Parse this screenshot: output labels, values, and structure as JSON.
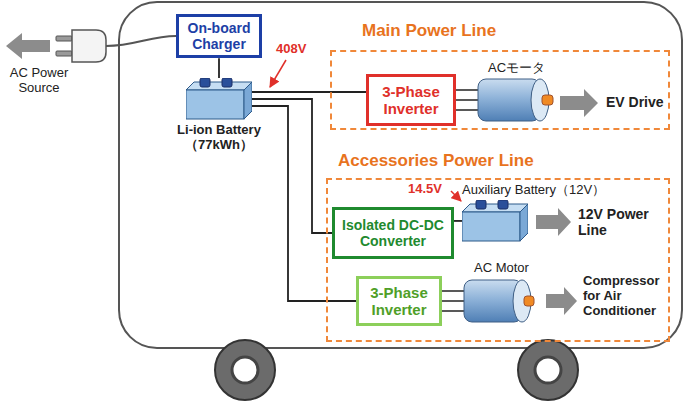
{
  "diagram": {
    "nodes": [
      {
        "text": [
          "On-board Charger"
        ]
      },
      {
        "text": [
          "Li-ion Battery （77kWh）"
        ]
      },
      {
        "text": [
          "Main Power Line"
        ]
      },
      {
        "text": [
          "3-Phase Inverter"
        ],
        "in": 2
      },
      {
        "text": [
          "Accessories Power Line"
        ]
      },
      {
        "text": [
          "Isolated DC-DC Converter"
        ],
        "in": 4
      },
      {
        "text": [
          "Auxiliary Battery（12V）"
        ],
        "in": 4
      },
      {
        "text": [
          "3-Phase Inverter"
        ],
        "in": 4
      }
    ],
    "edges": [
      {
        "from": 0,
        "to": 1,
        "arrow": "none"
      },
      {
        "from": 1,
        "to": 3,
        "arrow": "none"
      },
      {
        "from": 1,
        "to": 5,
        "arrow": "none"
      },
      {
        "from": 1,
        "to": 7,
        "arrow": "none"
      },
      {
        "from": 5,
        "to": 6,
        "arrow": "none"
      }
    ],
    "labels": [
      "AC Power Source",
      "408V",
      "ACモータ",
      "EV Drive",
      "14.5V",
      "12V Power Line",
      "AC Motor",
      "Compressor for Air Conditioner"
    ]
  }
}
